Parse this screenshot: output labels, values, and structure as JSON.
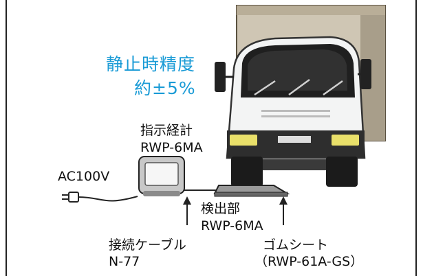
{
  "headline": {
    "line1": "静止時精度",
    "line2": "約±5%",
    "color": "#1a9bd6"
  },
  "labels": {
    "indicator_name": "指示経計",
    "indicator_model": "RWP-6MA",
    "power_supply": "AC100V",
    "detector_name": "検出部",
    "detector_model": "RWP-6MA",
    "cable_name": "接続ケーブル",
    "cable_model": "N-77",
    "rubber_name": "ゴムシート",
    "rubber_model": "（RWP-61A-GS）"
  },
  "icons": [
    "truck-illustration",
    "indicator-unit-icon",
    "power-plug-icon",
    "detector-pad-icon",
    "up-arrow-icon"
  ]
}
